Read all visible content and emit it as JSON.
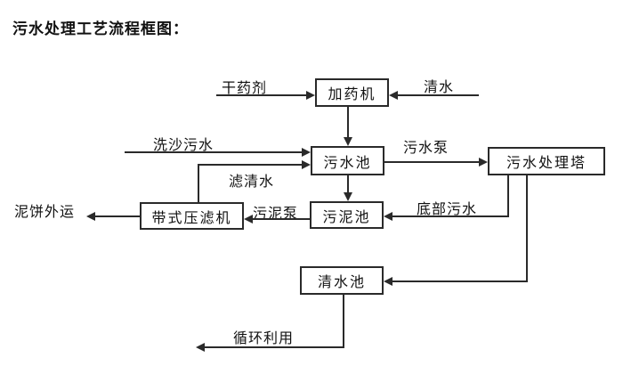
{
  "title": "污水处理工艺流程框图：",
  "diagram": {
    "type": "flowchart",
    "nodes": [
      {
        "id": "dosing-machine",
        "label": "加药机"
      },
      {
        "id": "sewage-pool",
        "label": "污水池"
      },
      {
        "id": "sewage-treatment-tower",
        "label": "污水处理塔"
      },
      {
        "id": "belt-filter-press",
        "label": "带式压滤机"
      },
      {
        "id": "sludge-pool",
        "label": "污泥池"
      },
      {
        "id": "clear-water-pool",
        "label": "清水池"
      }
    ],
    "edge_labels": [
      {
        "id": "dry-agent",
        "text": "干药剂"
      },
      {
        "id": "clear-water-in",
        "text": "清水"
      },
      {
        "id": "sand-washing-sewage",
        "text": "洗沙污水"
      },
      {
        "id": "filtered-clear-water",
        "text": "滤清水"
      },
      {
        "id": "sewage-pump",
        "text": "污水泵"
      },
      {
        "id": "bottom-sewage",
        "text": "底部污水"
      },
      {
        "id": "sludge-pump",
        "text": "污泥泵"
      },
      {
        "id": "mud-cake-out",
        "text": "泥饼外运"
      },
      {
        "id": "recycle-use",
        "text": "循环利用"
      }
    ],
    "edges": [
      {
        "from": "dry-agent-source",
        "to": "dosing-machine",
        "label": "干药剂"
      },
      {
        "from": "clear-water-source",
        "to": "dosing-machine",
        "label": "清水"
      },
      {
        "from": "dosing-machine",
        "to": "sewage-pool",
        "label": ""
      },
      {
        "from": "sand-washing-source",
        "to": "sewage-pool",
        "label": "洗沙污水"
      },
      {
        "from": "belt-filter-press",
        "to": "sewage-pool",
        "label": "滤清水"
      },
      {
        "from": "sewage-pool",
        "to": "sewage-treatment-tower",
        "label": "污水泵"
      },
      {
        "from": "sewage-pool",
        "to": "sludge-pool",
        "label": ""
      },
      {
        "from": "sewage-treatment-tower",
        "to": "sludge-pool",
        "label": "底部污水"
      },
      {
        "from": "sludge-pool",
        "to": "belt-filter-press",
        "label": "污泥泵"
      },
      {
        "from": "belt-filter-press",
        "to": "mud-cake-out",
        "label": "泥饼外运"
      },
      {
        "from": "sewage-treatment-tower",
        "to": "clear-water-pool",
        "label": ""
      },
      {
        "from": "clear-water-pool",
        "to": "recycle-use",
        "label": "循环利用"
      }
    ],
    "colors": {
      "line": "#2a2a2a",
      "text": "#111111",
      "background": "#ffffff"
    }
  }
}
